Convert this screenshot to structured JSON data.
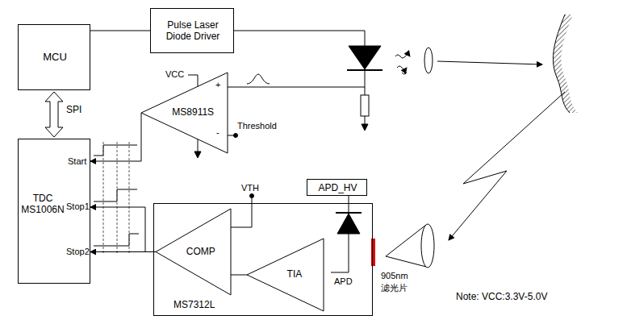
{
  "diagram": {
    "nodes": [
      {
        "text": [
          "MCU"
        ]
      },
      {
        "text": [
          "Pulse Laser Diode Driver"
        ]
      },
      {
        "text": [
          "MS8911S"
        ]
      },
      {
        "text": [
          "TDC MS1006N"
        ]
      },
      {
        "text": [
          "MS7312L"
        ]
      },
      {
        "text": [
          "COMP"
        ],
        "in": 4
      },
      {
        "text": [
          "TIA"
        ],
        "in": 4
      },
      {
        "text": [
          "APD_HV"
        ]
      }
    ],
    "edges": [
      {
        "from": 0,
        "to": 3,
        "label": "SPI",
        "arrow": "both"
      },
      {
        "from": 0,
        "to": 1,
        "arrow": "none"
      },
      {
        "from": 2,
        "to": 3,
        "arrow": "to"
      },
      {
        "from": 5,
        "to": 3,
        "arrow": "to"
      },
      {
        "from": 5,
        "to": 3,
        "arrow": "to"
      },
      {
        "from": 6,
        "to": 5,
        "arrow": "none"
      }
    ],
    "labels": [
      "VCC",
      "+",
      "-",
      "Threshold",
      "Start",
      "Stop1",
      "Stop2",
      "VTH",
      "APD",
      "905nm",
      "滤光片",
      "Note: VCC:3.3V-5.0V"
    ]
  }
}
